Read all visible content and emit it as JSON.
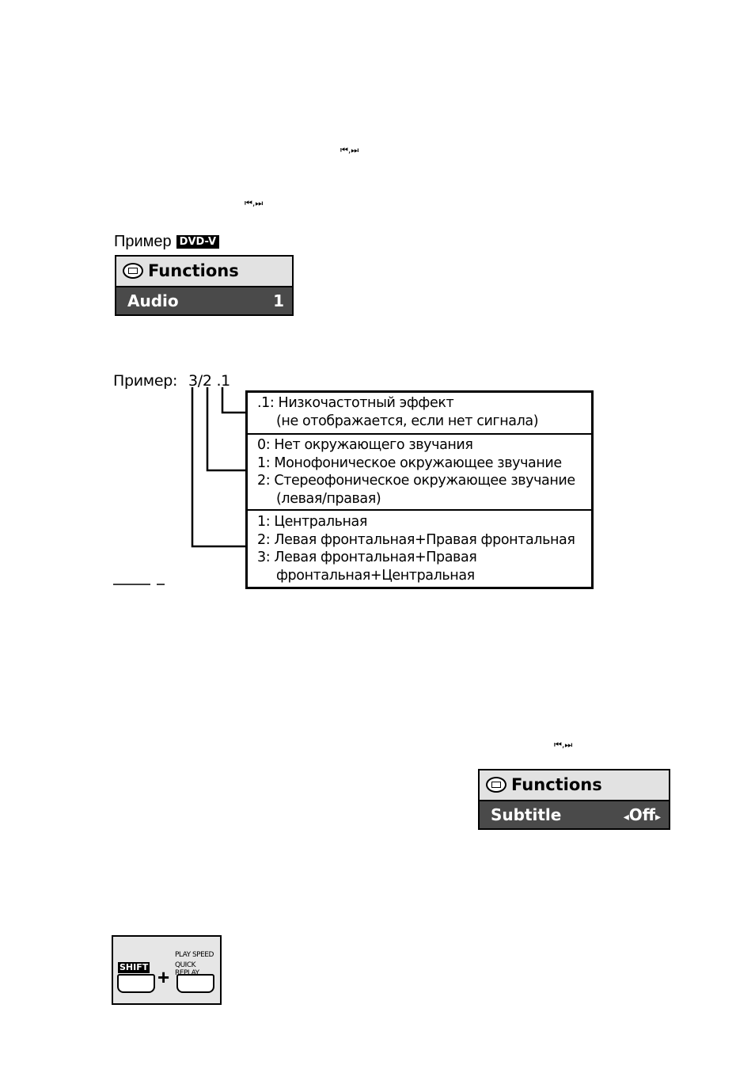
{
  "skip_icon": "⏮,⏭",
  "skip_icon_2": "⏮,⏭",
  "skip_icon_3": "⏮,⏭",
  "example1": {
    "label": "Пример",
    "badge": "DVD-V",
    "osd": {
      "title": "Functions",
      "item": "Audio",
      "value": "1"
    }
  },
  "diagram": {
    "label": "Пример:",
    "code_parts": [
      "3",
      "/",
      "2",
      " .1"
    ],
    "sections": [
      {
        "lines": [
          ".1: Низкочастотный эффект",
          "(не отображается, если нет сигнала)"
        ]
      },
      {
        "lines": [
          "0: Нет окружающего звучания",
          "1: Монофоническое окружающее звучание",
          "2: Стереофоническое окружающее звучание",
          "(левая/правая)"
        ]
      },
      {
        "lines": [
          "1: Центральная",
          "2: Левая фронтальная+Правая фронтальная",
          "3: Левая фронтальная+Правая",
          "фронтальная+Центральная"
        ]
      }
    ]
  },
  "example2": {
    "osd": {
      "title": "Functions",
      "item": "Subtitle",
      "value_left": "◂",
      "value": "Off",
      "value_right": "▸"
    }
  },
  "buttons": {
    "shift_label": "SHIFT",
    "plus": "+",
    "play_speed_label": "PLAY SPEED",
    "quick_replay_label": "QUICK REPLAY"
  }
}
